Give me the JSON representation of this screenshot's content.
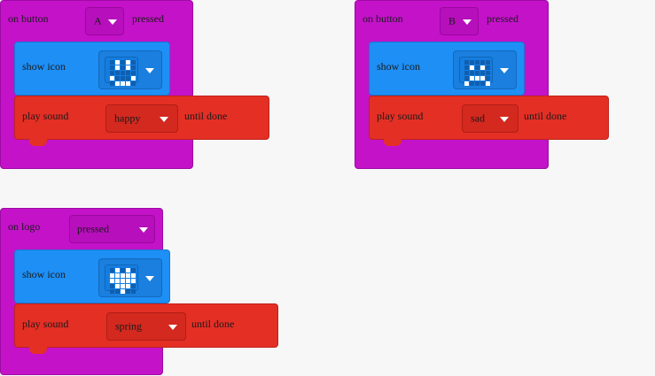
{
  "scripts": [
    {
      "event": {
        "prefix": "on button",
        "button": "A",
        "suffix": "pressed"
      },
      "show_icon": {
        "label": "show icon",
        "icon": "happy-face-icon",
        "pixels": [
          [
            0,
            1,
            0,
            1,
            0
          ],
          [
            0,
            1,
            0,
            1,
            0
          ],
          [
            0,
            0,
            0,
            0,
            0
          ],
          [
            1,
            0,
            0,
            0,
            1
          ],
          [
            0,
            1,
            1,
            1,
            0
          ]
        ]
      },
      "play_sound": {
        "label": "play sound",
        "sound": "happy",
        "suffix": "until done"
      }
    },
    {
      "event": {
        "prefix": "on button",
        "button": "B",
        "suffix": "pressed"
      },
      "show_icon": {
        "label": "show icon",
        "icon": "sad-face-icon",
        "pixels": [
          [
            0,
            0,
            0,
            0,
            0
          ],
          [
            0,
            1,
            0,
            1,
            0
          ],
          [
            0,
            0,
            0,
            0,
            0
          ],
          [
            0,
            1,
            1,
            1,
            0
          ],
          [
            1,
            0,
            0,
            0,
            1
          ]
        ]
      },
      "play_sound": {
        "label": "play sound",
        "sound": "sad",
        "suffix": "until done"
      }
    },
    {
      "event": {
        "prefix": "on logo",
        "button": "pressed",
        "suffix": ""
      },
      "show_icon": {
        "label": "show icon",
        "icon": "heart-icon",
        "pixels": [
          [
            0,
            1,
            0,
            1,
            0
          ],
          [
            1,
            1,
            1,
            1,
            1
          ],
          [
            1,
            1,
            1,
            1,
            1
          ],
          [
            0,
            1,
            1,
            1,
            0
          ],
          [
            0,
            0,
            1,
            0,
            0
          ]
        ]
      },
      "play_sound": {
        "label": "play sound",
        "sound": "spring",
        "suffix": "until done"
      }
    }
  ],
  "colors": {
    "event": "#c412c9",
    "basic": "#1e8ff5",
    "music": "#e42f25",
    "background": "#f7f7f7"
  }
}
